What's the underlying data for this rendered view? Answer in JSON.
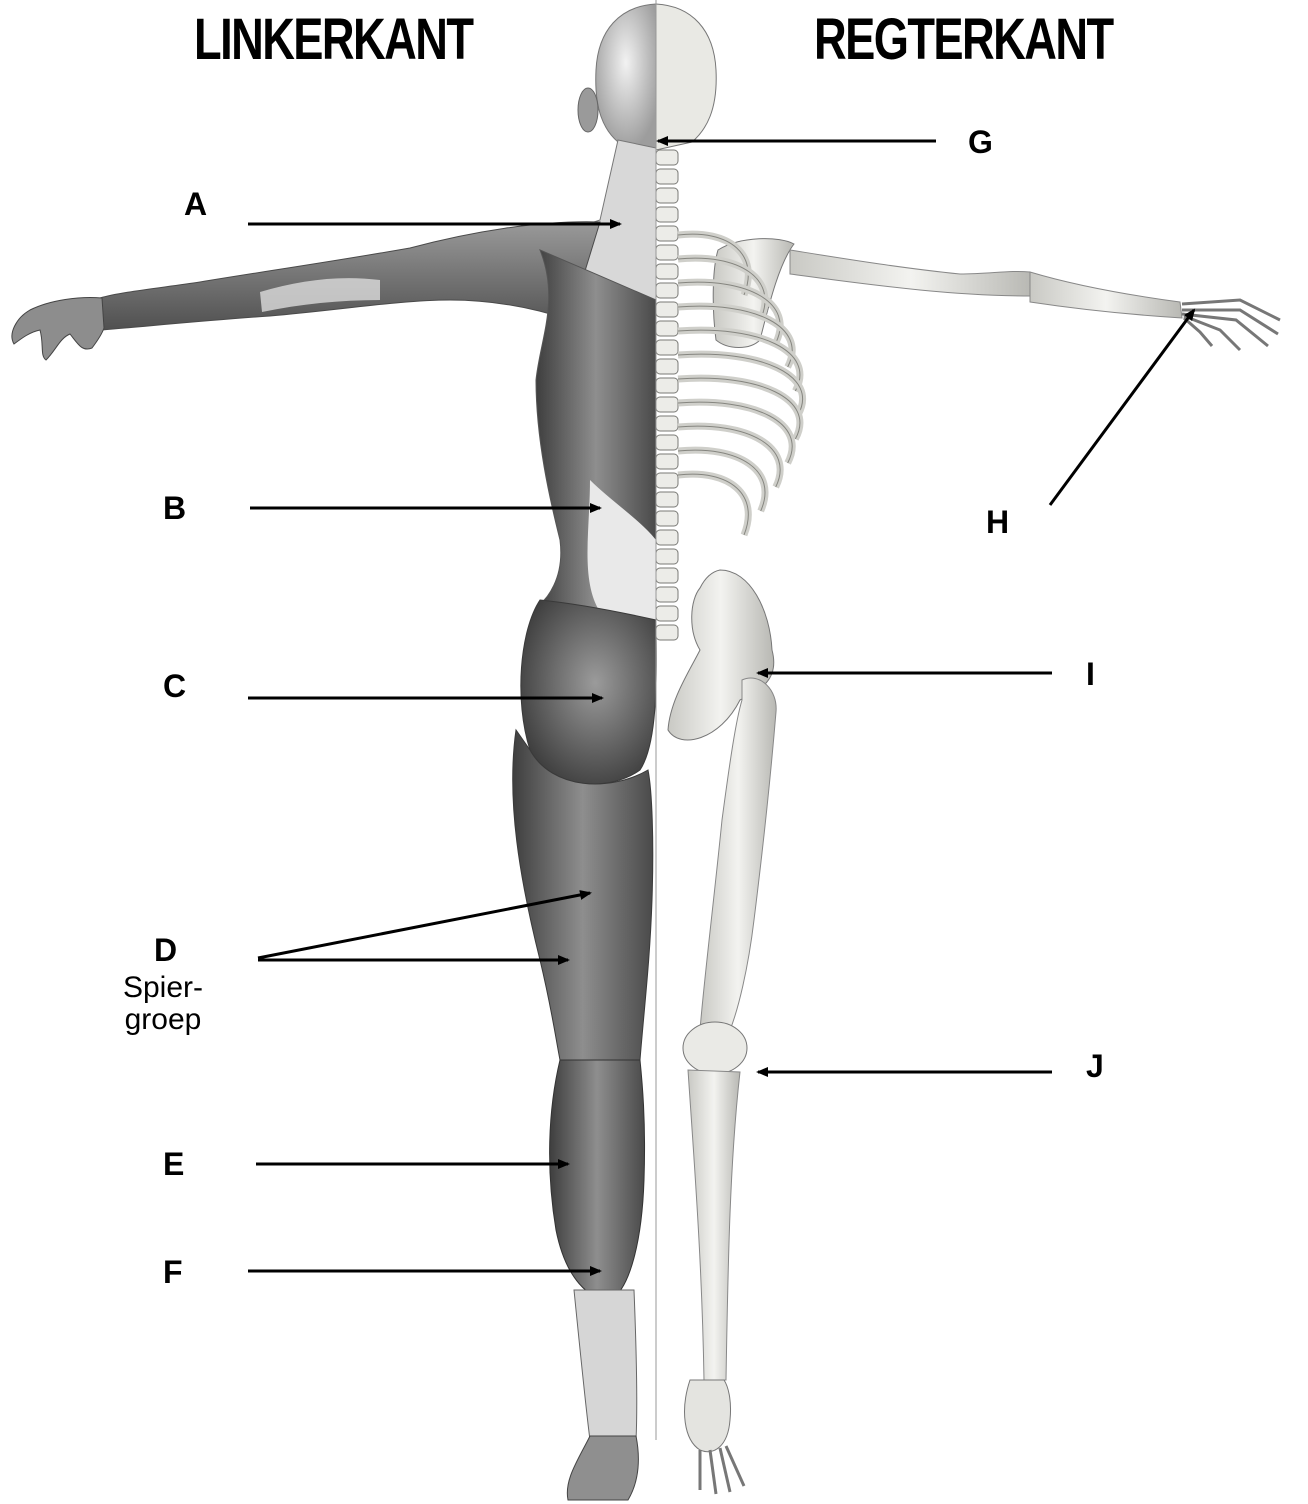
{
  "headers": {
    "left": "LINKERKANT",
    "right": "REGTERKANT"
  },
  "labels": {
    "A": "A",
    "B": "B",
    "C": "C",
    "D": "D",
    "E": "E",
    "F": "F",
    "G": "G",
    "H": "H",
    "I": "I",
    "J": "J"
  },
  "label_d_sub": {
    "line1": "Spier-",
    "line2": "groep"
  },
  "colors": {
    "ink": "#000000",
    "muscle_dark": "#5a5a5a",
    "muscle_mid": "#8c8c8c",
    "bone": "#e6e6e2",
    "bone_edge": "#7a7a76",
    "background": "#ffffff"
  }
}
